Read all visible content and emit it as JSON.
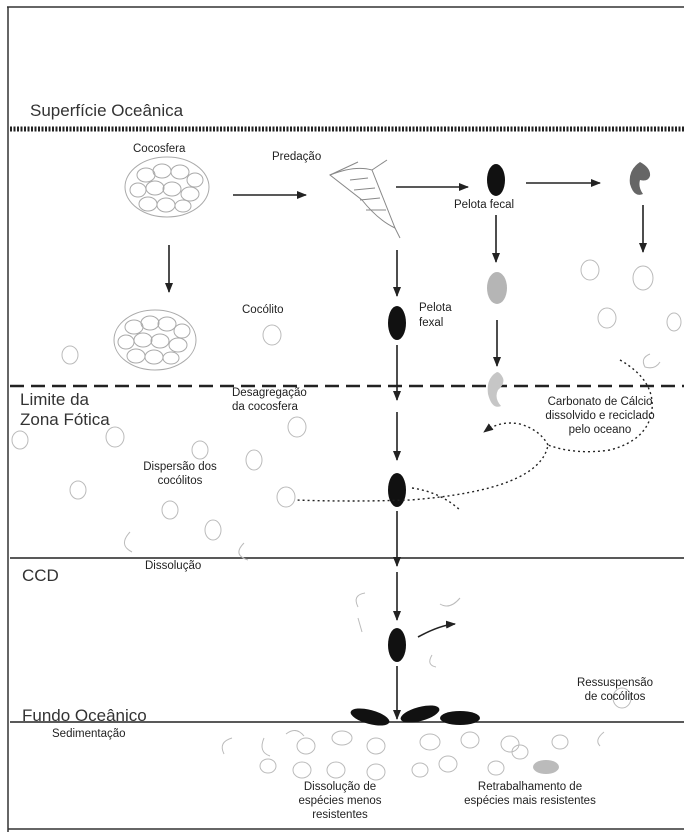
{
  "zones": {
    "surface": "Superfície Oceânica",
    "photic_line1": "Limite da",
    "photic_line2": "Zona Fótica",
    "ccd": "CCD",
    "floor": "Fundo Oceânico"
  },
  "labels": {
    "cocosfera": "Cocosfera",
    "predacao": "Predação",
    "pelota_fecal_top": "Pelota fecal",
    "cocolito": "Cocólito",
    "pelota_fexal_1": "Pelota",
    "pelota_fexal_2": "fexal",
    "desagregacao_1": "Desagregação",
    "desagregacao_2": "da cocosfera",
    "carbonato_1": "Carbonato de Cálcio",
    "carbonato_2": "dissolvido e reciclado",
    "carbonato_3": "pelo oceano",
    "dispersao_1": "Dispersão dos",
    "dispersao_2": "cocólitos",
    "dissolucao": "Dissolução",
    "ressuspensao_1": "Ressuspensão",
    "ressuspensao_2": "de cocólitos",
    "sedimentacao": "Sedimentação",
    "dissolucao_especies_1": "Dissolução de",
    "dissolucao_especies_2": "espécies menos",
    "dissolucao_especies_3": "resistentes",
    "retrabalhamento_1": "Retrabalhamento de",
    "retrabalhamento_2": "espécies mais resistentes"
  },
  "colors": {
    "pellet": "#111111",
    "coccolith_stroke": "#bbbbbb",
    "line": "#222222",
    "gray_fill": "#b5b5b5",
    "dark_gray": "#666666"
  }
}
